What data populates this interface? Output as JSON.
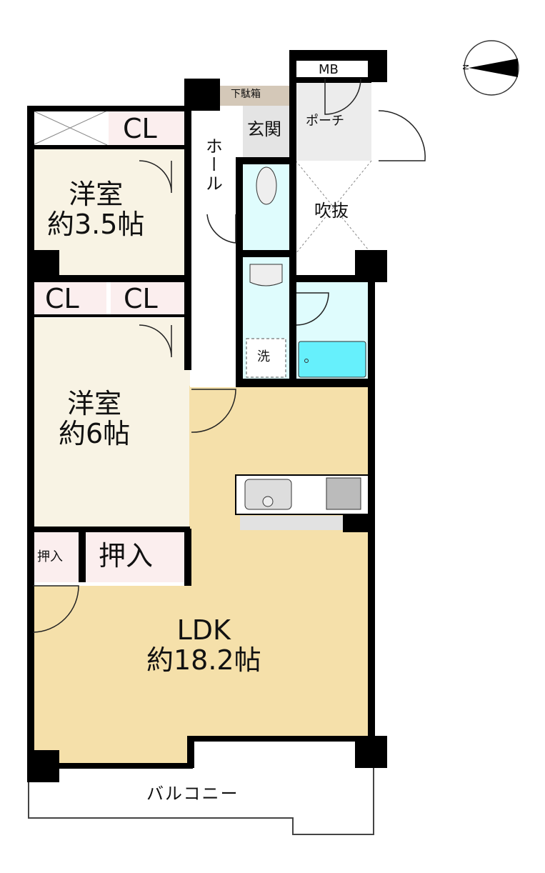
{
  "rooms": {
    "western_small": {
      "name": "洋室",
      "size": "約3.5帖"
    },
    "western_large": {
      "name": "洋室",
      "size": "約6帖"
    },
    "ldk": {
      "name": "LDK",
      "size": "約18.2帖"
    },
    "closet_top": "CL",
    "closet_mid_left": "CL",
    "closet_mid_right": "CL",
    "oshiire_small": "押入",
    "oshiire_large": "押入",
    "hall": "ホール",
    "entrance": "玄関",
    "shoe_box": "下駄箱",
    "porch": "ポーチ",
    "meter_box": "MB",
    "void": "吹抜",
    "washer": "洗",
    "balcony": "バルコニー"
  },
  "compass": {
    "label": "N"
  },
  "colors": {
    "wall": "#000000",
    "western": "#f8f3e4",
    "ldk": "#f5e0aa",
    "wet": "#dffcfd",
    "tub": "#66f0fc",
    "closet": "#fbeeee",
    "shoe_box": "#d4c8b8"
  }
}
